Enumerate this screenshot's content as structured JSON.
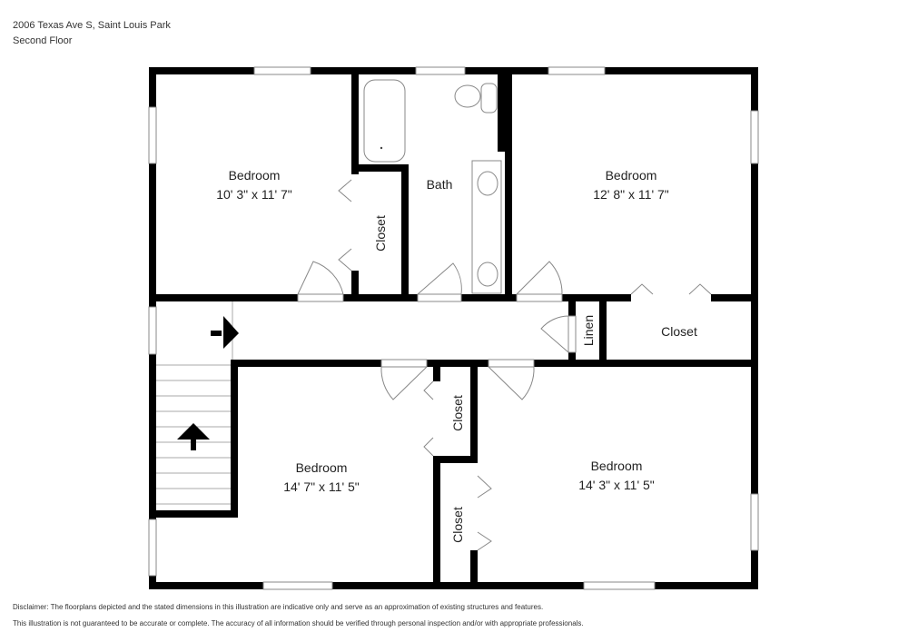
{
  "header": {
    "address": "2006 Texas Ave S, Saint Louis Park",
    "floor": "Second Floor"
  },
  "rooms": {
    "bedroom_nw": {
      "name": "Bedroom",
      "dims": "10' 3\" x 11' 7\""
    },
    "bath": {
      "name": "Bath"
    },
    "bedroom_ne": {
      "name": "Bedroom",
      "dims": "12' 8\" x 11' 7\""
    },
    "closet_nw": {
      "name": "Closet"
    },
    "linen": {
      "name": "Linen"
    },
    "closet_ne": {
      "name": "Closet"
    },
    "closet_mid_upper": {
      "name": "Closet"
    },
    "closet_mid_lower": {
      "name": "Closet"
    },
    "bedroom_sw": {
      "name": "Bedroom",
      "dims": "14' 7\" x 11' 5\""
    },
    "bedroom_se": {
      "name": "Bedroom",
      "dims": "14' 3\" x 11' 5\""
    }
  },
  "icons": {
    "stairs_arrow": "arrow-up",
    "hall_arrow": "arrow-right"
  },
  "disclaimer": {
    "line1": "Disclaimer: The floorplans depicted and the stated dimensions in this illustration are indicative only and serve as an approximation of existing structures and features.",
    "line2": "This illustration is not guaranteed to be accurate or complete. The accuracy of all information should be verified through personal inspection and/or with appropriate professionals."
  },
  "colors": {
    "wall": "#000000",
    "window": "#ffffff",
    "line": "#888888"
  }
}
